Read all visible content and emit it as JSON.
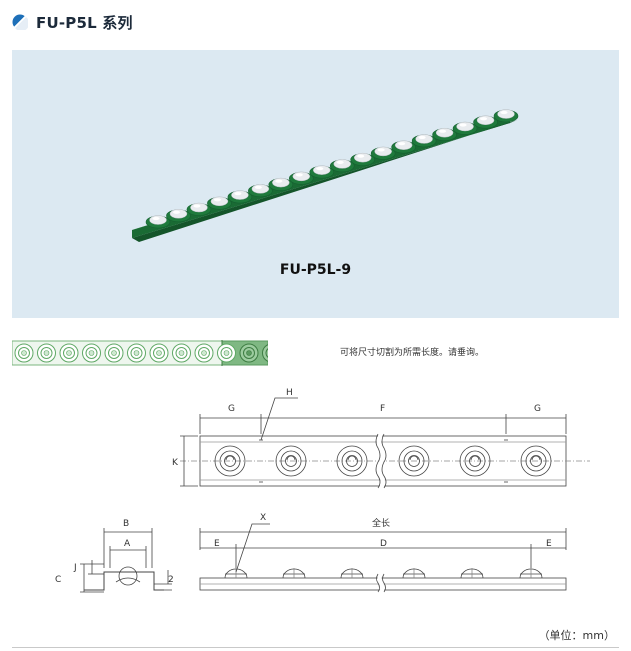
{
  "page": {
    "title": "FU-P5L 系列"
  },
  "product": {
    "model_label": "FU-P5L-9",
    "ball_count": 18
  },
  "strip": {
    "full_units": 10,
    "cut_units": 2,
    "note": "可将尺寸切割为所需长度。请垂询。"
  },
  "drawing": {
    "top_view": {
      "labels": {
        "g_left": "G",
        "h": "H",
        "f": "F",
        "g_right": "G",
        "k": "K"
      }
    },
    "section_view": {
      "labels": {
        "b": "B",
        "a": "A",
        "c": "C",
        "j": "J",
        "two": "2"
      }
    },
    "side_view": {
      "labels": {
        "total_length": "全长",
        "x": "X",
        "e_left": "E",
        "d": "D",
        "e_right": "E"
      }
    }
  },
  "footer": {
    "unit_note": "（单位：mm）"
  },
  "colors": {
    "rail_green": "#1f7a3c",
    "panel_bg": "#dce9f2",
    "title_icon_blue": "#1d6fb8",
    "strip_green": "#4aa35a"
  }
}
